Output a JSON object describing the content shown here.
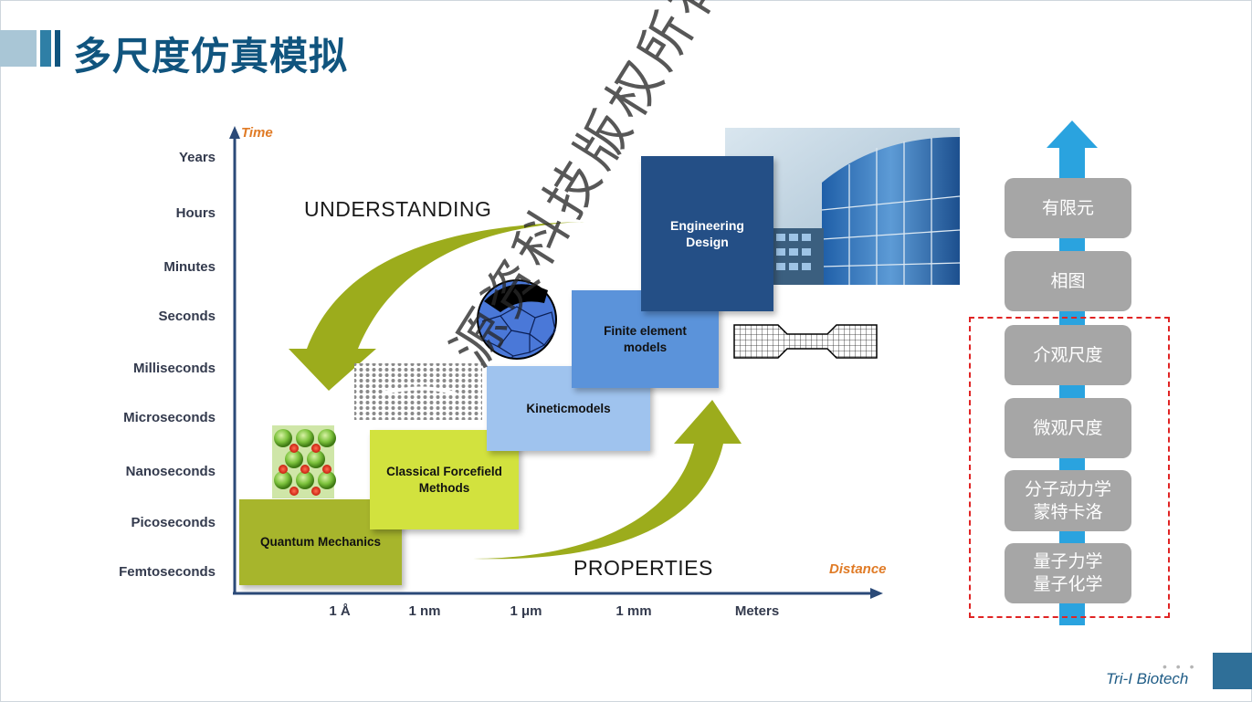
{
  "header": {
    "title": "多尺度仿真模拟"
  },
  "diagram": {
    "y_axis_title": "Time",
    "x_axis_title": "Distance",
    "time_scale": [
      "Years",
      "Hours",
      "Minutes",
      "Seconds",
      "Milliseconds",
      "Microseconds",
      "Nanoseconds",
      "Picoseconds",
      "Femtoseconds"
    ],
    "length_scale": [
      "1 Å",
      "1 nm",
      "1 μm",
      "1 mm",
      "Meters"
    ],
    "understanding": "UNDERSTANDING",
    "properties": "PROPERTIES",
    "methods": {
      "quantum": "Quantum Mechanics",
      "classical_1": "Classical Forcefield",
      "classical_2": "Methods",
      "kinetic": "Kineticmodels",
      "finite_1": "Finite element",
      "finite_2": "models",
      "engineering_1": "Engineering",
      "engineering_2": "Design"
    },
    "colors": {
      "quantum": "#a7b52c",
      "classical": "#d2e23e",
      "kinetic": "#9fc3ee",
      "finite": "#5b93da",
      "engineering": "#244f86",
      "arrow": "#9cac1c"
    }
  },
  "scale_levels": [
    {
      "lines": [
        "有限元"
      ]
    },
    {
      "lines": [
        "相图"
      ]
    },
    {
      "lines": [
        "介观尺度"
      ]
    },
    {
      "lines": [
        "微观尺度"
      ]
    },
    {
      "lines": [
        "分子动力学",
        "蒙特卡洛"
      ]
    },
    {
      "lines": [
        "量子力学",
        "量子化学"
      ]
    }
  ],
  "watermark": "源资科技版权所有",
  "footer": {
    "brand": "Tri-I Biotech",
    "dots": "• • •"
  }
}
